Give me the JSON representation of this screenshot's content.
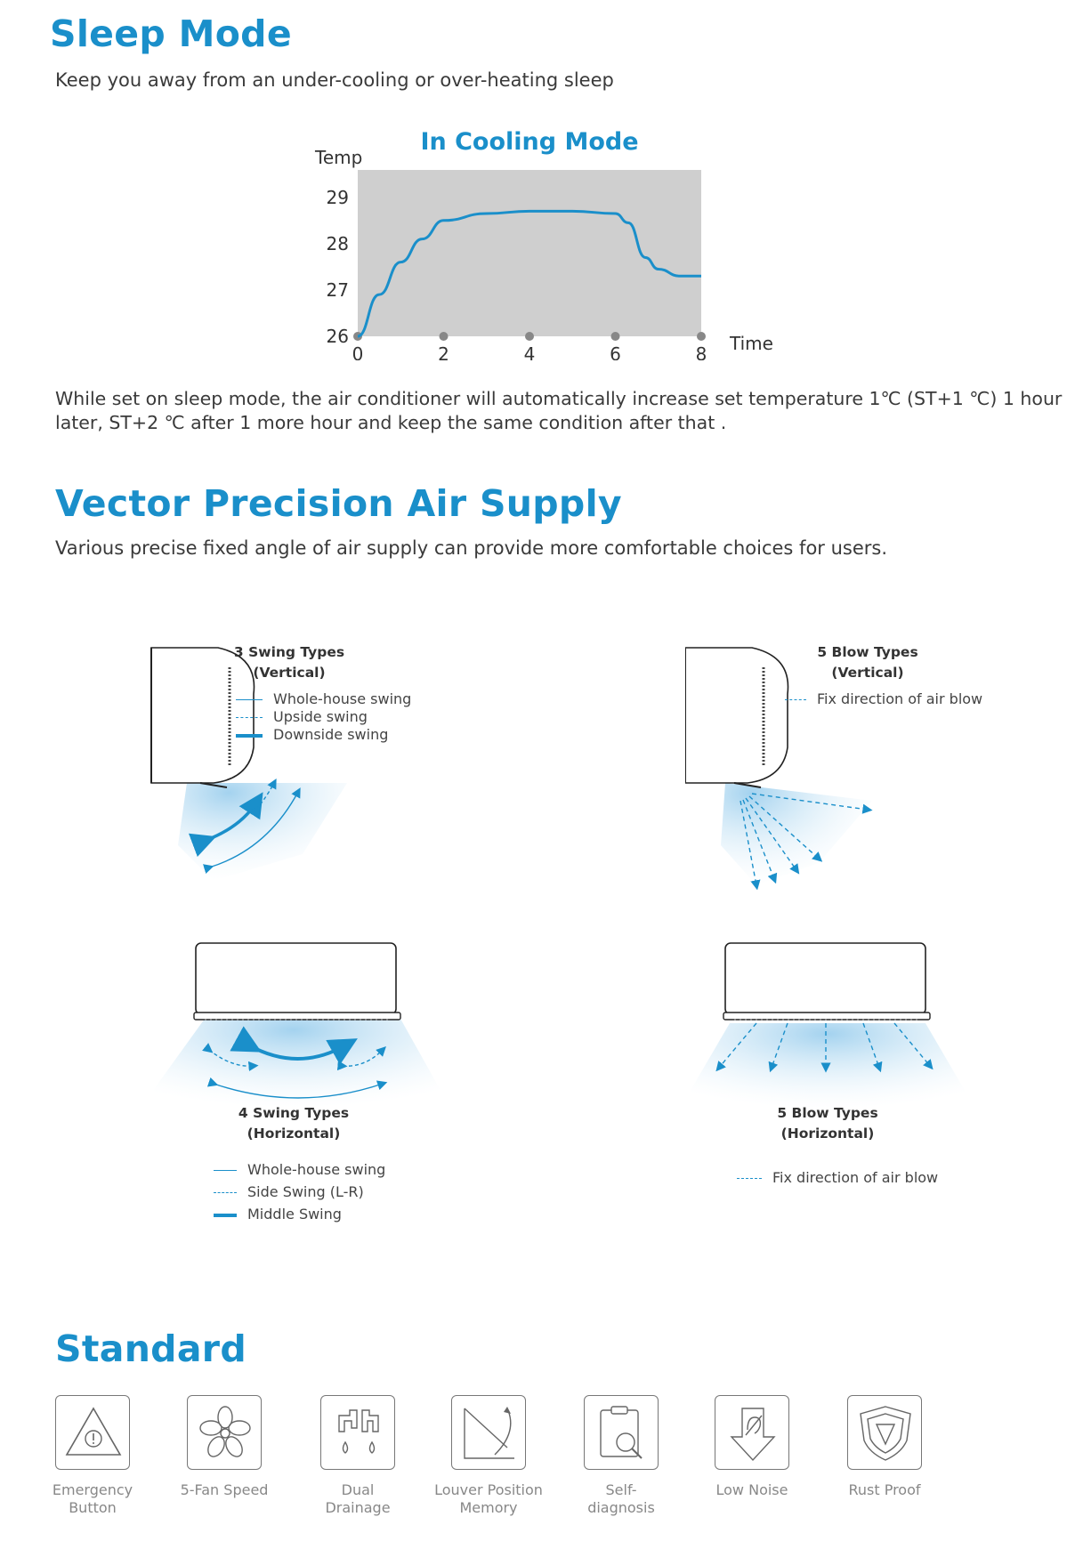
{
  "sleep": {
    "title": "Sleep Mode",
    "subtitle": "Keep you away from an under-cooling or over-heating sleep",
    "description": "While set on sleep mode, the air conditioner will automatically increase set temperature 1℃ (ST+1 ℃) 1 hour later, ST+2 ℃ after 1 more hour and keep the same condition after that ."
  },
  "chart_data": {
    "type": "line",
    "title": "In Cooling Mode",
    "ylabel": "Temp",
    "xlabel": "Time",
    "xticks": [
      "0",
      "2",
      "4",
      "6",
      "8"
    ],
    "yticks": [
      "29",
      "28",
      "27",
      "26"
    ],
    "xlim": [
      0,
      8
    ],
    "ylim": [
      26,
      29
    ],
    "series": [
      {
        "x": [
          0,
          0.5,
          1,
          1.5,
          2,
          3,
          4,
          5,
          6,
          6.3,
          6.7,
          7,
          7.5,
          8
        ],
        "y": [
          26,
          26.9,
          27.6,
          28.1,
          28.5,
          28.65,
          28.7,
          28.7,
          28.65,
          28.45,
          27.7,
          27.45,
          27.3,
          27.3
        ]
      }
    ],
    "colors": {
      "line": "#1a8fca",
      "plot_bg": "#cfcfcf"
    }
  },
  "vector": {
    "title": "Vector Precision Air Supply",
    "subtitle": "Various precise fixed angle of air supply can provide more comfortable choices for users.",
    "vertical_swing": {
      "title_line1": "3 Swing Types",
      "title_line2": "(Vertical)",
      "legend": [
        "Whole-house swing",
        "Upside swing",
        "Downside swing"
      ]
    },
    "vertical_blow": {
      "title_line1": "5 Blow Types",
      "title_line2": "(Vertical)",
      "legend": [
        "Fix direction of air blow"
      ]
    },
    "horizontal_swing": {
      "title_line1": "4 Swing Types",
      "title_line2": "(Horizontal)",
      "legend": [
        "Whole-house swing",
        "Side Swing (L-R)",
        "Middle Swing"
      ]
    },
    "horizontal_blow": {
      "title_line1": "5 Blow Types",
      "title_line2": "(Horizontal)",
      "legend": [
        "Fix direction of air blow"
      ]
    }
  },
  "standard": {
    "title": "Standard",
    "features": [
      {
        "icon": "emergency-warning-icon",
        "line1": "Emergency",
        "line2": "Button"
      },
      {
        "icon": "fan-icon",
        "line1": "5-Fan Speed",
        "line2": ""
      },
      {
        "icon": "drainage-icon",
        "line1": "Dual",
        "line2": "Drainage"
      },
      {
        "icon": "louver-icon",
        "line1": "Louver Position",
        "line2": "Memory"
      },
      {
        "icon": "diagnosis-icon",
        "line1": "Self-",
        "line2": "diagnosis"
      },
      {
        "icon": "low-noise-icon",
        "line1": "Low Noise",
        "line2": ""
      },
      {
        "icon": "rust-proof-shield-icon",
        "line1": "Rust Proof",
        "line2": ""
      }
    ]
  },
  "accent_color": "#1a8fca"
}
